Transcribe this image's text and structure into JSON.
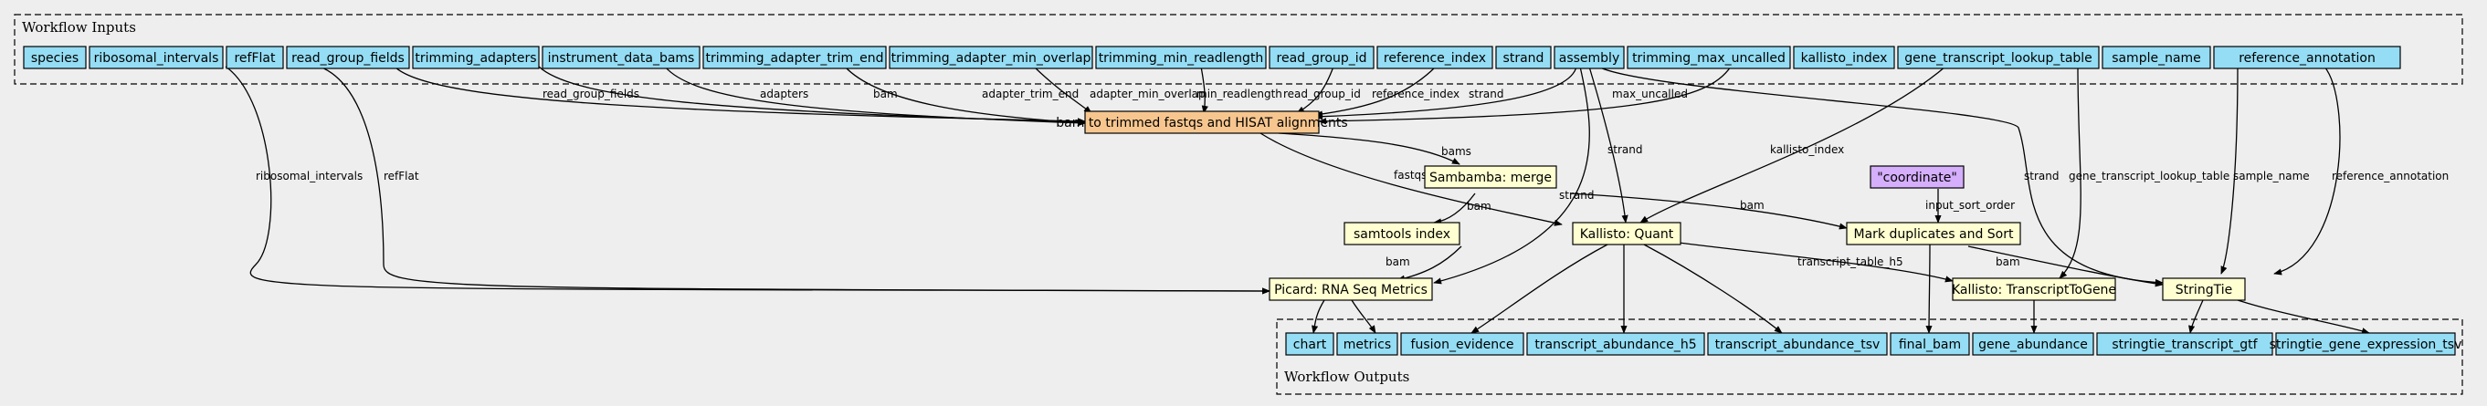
{
  "colors": {
    "background": "#eeeeee",
    "io_fill": "#94ddf4",
    "step_fill": "#ffffd1",
    "subworkflow_fill": "#f7c68f",
    "default_fill": "#d5aefc",
    "stroke": "#000000"
  },
  "clusters": {
    "inputs_label": "Workflow Inputs",
    "outputs_label": "Workflow Outputs"
  },
  "inputs": [
    {
      "id": "species",
      "label": "species"
    },
    {
      "id": "ribosomal_intervals",
      "label": "ribosomal_intervals"
    },
    {
      "id": "refFlat",
      "label": "refFlat"
    },
    {
      "id": "read_group_fields",
      "label": "read_group_fields"
    },
    {
      "id": "trimming_adapters",
      "label": "trimming_adapters"
    },
    {
      "id": "instrument_data_bams",
      "label": "instrument_data_bams"
    },
    {
      "id": "trimming_adapter_trim_end",
      "label": "trimming_adapter_trim_end"
    },
    {
      "id": "trimming_adapter_min_overlap",
      "label": "trimming_adapter_min_overlap"
    },
    {
      "id": "trimming_min_readlength",
      "label": "trimming_min_readlength"
    },
    {
      "id": "read_group_id",
      "label": "read_group_id"
    },
    {
      "id": "reference_index",
      "label": "reference_index"
    },
    {
      "id": "strand",
      "label": "strand"
    },
    {
      "id": "assembly",
      "label": "assembly"
    },
    {
      "id": "trimming_max_uncalled",
      "label": "trimming_max_uncalled"
    },
    {
      "id": "kallisto_index",
      "label": "kallisto_index"
    },
    {
      "id": "gene_transcript_lookup_table",
      "label": "gene_transcript_lookup_table"
    },
    {
      "id": "sample_name",
      "label": "sample_name"
    },
    {
      "id": "reference_annotation",
      "label": "reference_annotation"
    }
  ],
  "steps": [
    {
      "id": "bam_to_trimmed",
      "label": "bam to trimmed fastqs and HISAT alignments",
      "kind": "subworkflow"
    },
    {
      "id": "sambamba",
      "label": "Sambamba: merge",
      "kind": "step"
    },
    {
      "id": "coordinate",
      "label": "\"coordinate\"",
      "kind": "default"
    },
    {
      "id": "samtools",
      "label": "samtools index",
      "kind": "step"
    },
    {
      "id": "kallisto_quant",
      "label": "Kallisto: Quant",
      "kind": "step"
    },
    {
      "id": "markdup",
      "label": "Mark duplicates and Sort",
      "kind": "step"
    },
    {
      "id": "picard",
      "label": "Picard: RNA Seq Metrics",
      "kind": "step"
    },
    {
      "id": "tx2gene",
      "label": "Kallisto: TranscriptToGene",
      "kind": "step"
    },
    {
      "id": "stringtie",
      "label": "StringTie",
      "kind": "step"
    }
  ],
  "outputs": [
    {
      "id": "chart",
      "label": "chart"
    },
    {
      "id": "metrics",
      "label": "metrics"
    },
    {
      "id": "fusion_evidence",
      "label": "fusion_evidence"
    },
    {
      "id": "transcript_abundance_h5",
      "label": "transcript_abundance_h5"
    },
    {
      "id": "transcript_abundance_tsv",
      "label": "transcript_abundance_tsv"
    },
    {
      "id": "final_bam",
      "label": "final_bam"
    },
    {
      "id": "gene_abundance",
      "label": "gene_abundance"
    },
    {
      "id": "stringtie_transcript_gtf",
      "label": "stringtie_transcript_gtf"
    },
    {
      "id": "stringtie_gene_expression_tsv",
      "label": "stringtie_gene_expression_tsv"
    }
  ],
  "edges": [
    {
      "id": "e_rgf",
      "label": "read_group_fields"
    },
    {
      "id": "e_adapters",
      "label": "adapters"
    },
    {
      "id": "e_bam",
      "label": "bam"
    },
    {
      "id": "e_trim_end",
      "label": "adapter_trim_end"
    },
    {
      "id": "e_min_overlap",
      "label": "adapter_min_overlap"
    },
    {
      "id": "e_min_readlength",
      "label": "min_readlength"
    },
    {
      "id": "e_read_group_id",
      "label": "read_group_id"
    },
    {
      "id": "e_reference_index",
      "label": "reference_index"
    },
    {
      "id": "e_strand_bt",
      "label": "strand"
    },
    {
      "id": "e_max_uncalled",
      "label": "max_uncalled"
    },
    {
      "id": "e_bams",
      "label": "bams"
    },
    {
      "id": "e_fastqs",
      "label": "fastqs"
    },
    {
      "id": "e_ribosomal",
      "label": "ribosomal_intervals"
    },
    {
      "id": "e_refflat",
      "label": "refFlat"
    },
    {
      "id": "e_strand_kq",
      "label": "strand"
    },
    {
      "id": "e_kallisto_index",
      "label": "kallisto_index"
    },
    {
      "id": "e_strand_picard",
      "label": "strand"
    },
    {
      "id": "e_bam_samtools",
      "label": "bam"
    },
    {
      "id": "e_bam_markdup",
      "label": "bam"
    },
    {
      "id": "e_input_sort_order",
      "label": "input_sort_order"
    },
    {
      "id": "e_bam_picard",
      "label": "bam"
    },
    {
      "id": "e_tx_h5",
      "label": "transcript_table_h5"
    },
    {
      "id": "e_gene_lookup",
      "label": "gene_transcript_lookup_table"
    },
    {
      "id": "e_strand_st",
      "label": "strand"
    },
    {
      "id": "e_sample_name",
      "label": "sample_name"
    },
    {
      "id": "e_ref_annot",
      "label": "reference_annotation"
    },
    {
      "id": "e_bam_st",
      "label": "bam"
    }
  ]
}
